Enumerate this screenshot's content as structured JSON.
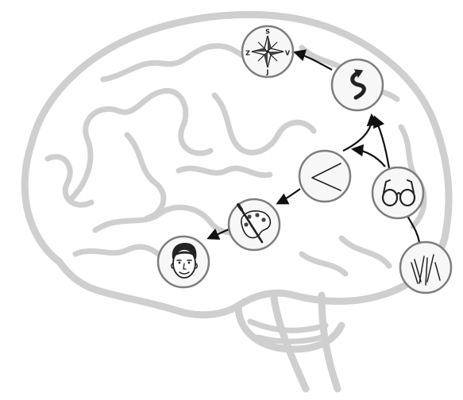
{
  "diagram": {
    "compass_letters": {
      "north": "S",
      "east": "V",
      "south": "J",
      "west": "Z"
    },
    "nodes": [
      {
        "id": "compass",
        "icon": "compass-rose-icon"
      },
      {
        "id": "path",
        "icon": "winding-path-icon"
      },
      {
        "id": "angle",
        "icon": "angle-lines-icon"
      },
      {
        "id": "glasses",
        "icon": "eyeglasses-icon"
      },
      {
        "id": "lines",
        "icon": "oriented-lines-icon"
      },
      {
        "id": "palette",
        "icon": "paint-palette-icon"
      },
      {
        "id": "face",
        "icon": "face-icon"
      }
    ],
    "colors": {
      "brain_outline": "#cfcfcf",
      "node_border": "#7d7d7d",
      "node_fill": "#f7f7f7",
      "arrow": "#111111"
    }
  }
}
